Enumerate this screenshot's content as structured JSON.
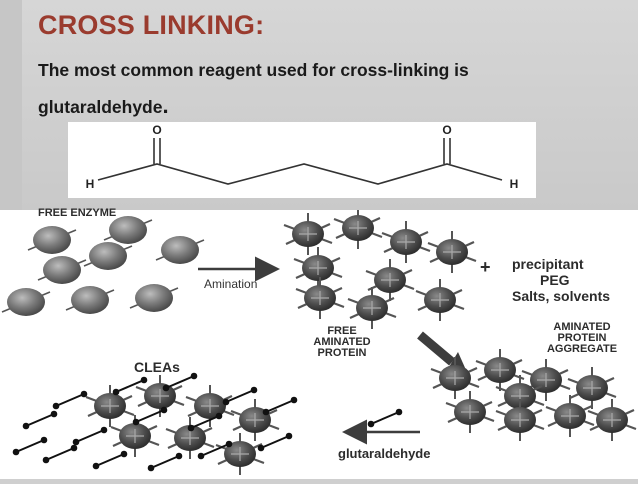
{
  "slide": {
    "title": "CROSS LINKING:",
    "subtitle_text": "The most common reagent used for cross-linking is glutaraldehyde",
    "subtitle_period": "."
  },
  "structure": {
    "atom_o_left": "O",
    "atom_o_right": "O",
    "atom_h_left": "H",
    "atom_h_right": "H"
  },
  "diagram": {
    "free_enzyme": "FREE ENZYME",
    "amination": "Amination",
    "plus": "+",
    "precipitant": "precipitant",
    "peg": "PEG",
    "salts": "Salts, solvents",
    "free_aminated_protein": [
      "FREE",
      "AMINATED",
      "PROTEIN"
    ],
    "aminated_protein_aggregate": [
      "AMINATED",
      "PROTEIN",
      "AGGREGATE"
    ],
    "cleas": "CLEAs",
    "glutaraldehyde": "glutaraldehyde"
  },
  "colors": {
    "title": "#9a3b2e",
    "text": "#1a1a1a",
    "molecule": "#6e6e6e",
    "arrow": "#3d3d3d",
    "crosslink": "#111111"
  },
  "icons": [
    "free-enzyme-molecule",
    "aminated-protein-molecule",
    "crosslinker-molecule"
  ]
}
